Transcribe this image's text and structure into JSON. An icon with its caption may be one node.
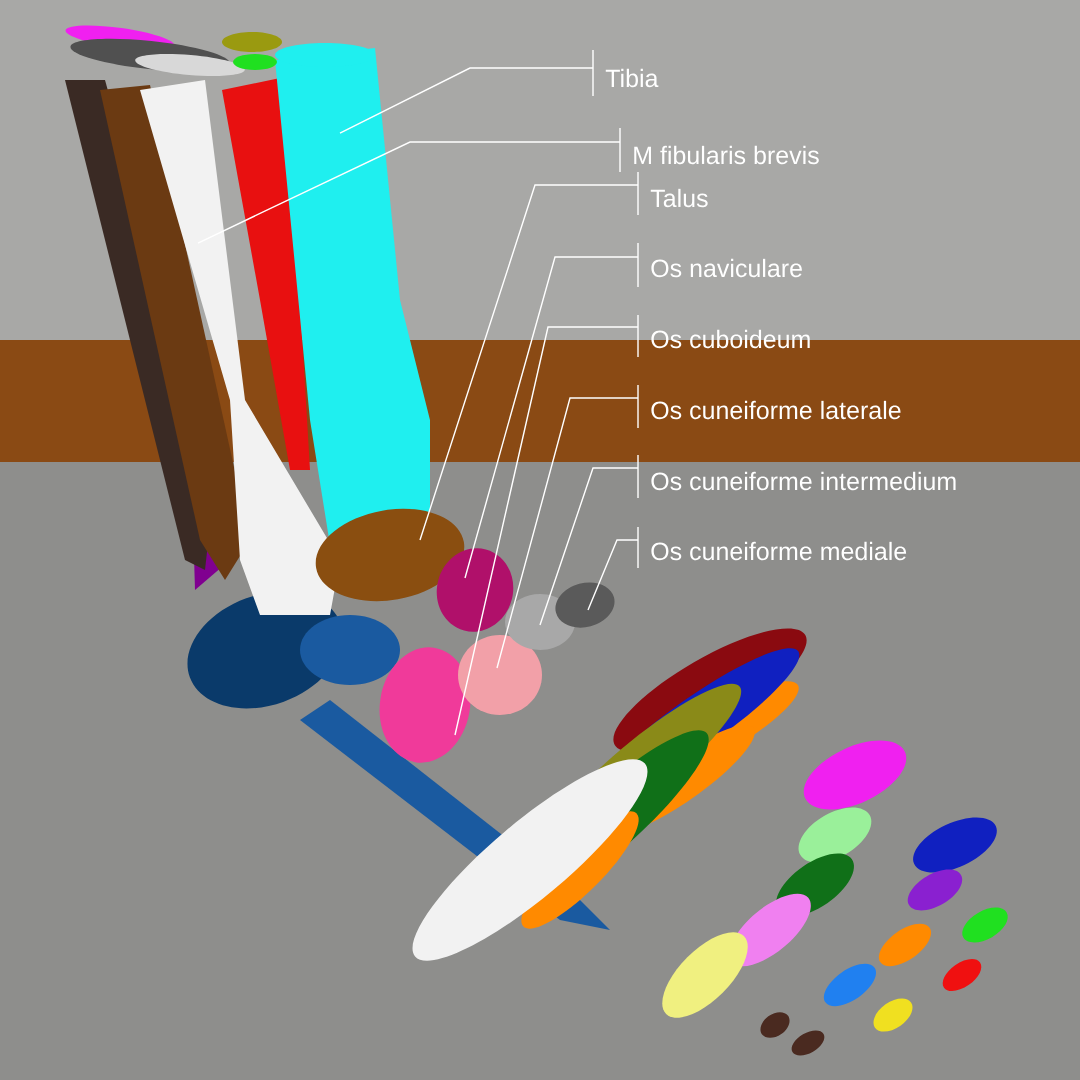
{
  "diagram": {
    "nodes": [
      {
        "text": [
          "Tibia"
        ]
      },
      {
        "text": [
          "M fibularis brevis"
        ]
      },
      {
        "text": [
          "Talus"
        ]
      },
      {
        "text": [
          "Os naviculare"
        ]
      },
      {
        "text": [
          "Os cuboideum"
        ]
      },
      {
        "text": [
          "Os cuneiforme laterale"
        ]
      },
      {
        "text": [
          "Os cuneiforme intermedium"
        ]
      },
      {
        "text": [
          "Os cuneiforme mediale"
        ]
      }
    ],
    "edges": [
      {
        "from": 0,
        "to": null,
        "arrow": "none"
      },
      {
        "from": 1,
        "to": null,
        "arrow": "none"
      },
      {
        "from": 2,
        "to": null,
        "arrow": "none"
      },
      {
        "from": 3,
        "to": null,
        "arrow": "none"
      },
      {
        "from": 4,
        "to": null,
        "arrow": "none"
      },
      {
        "from": 5,
        "to": null,
        "arrow": "none"
      },
      {
        "from": 6,
        "to": null,
        "arrow": "none"
      },
      {
        "from": 7,
        "to": null,
        "arrow": "none"
      }
    ]
  }
}
